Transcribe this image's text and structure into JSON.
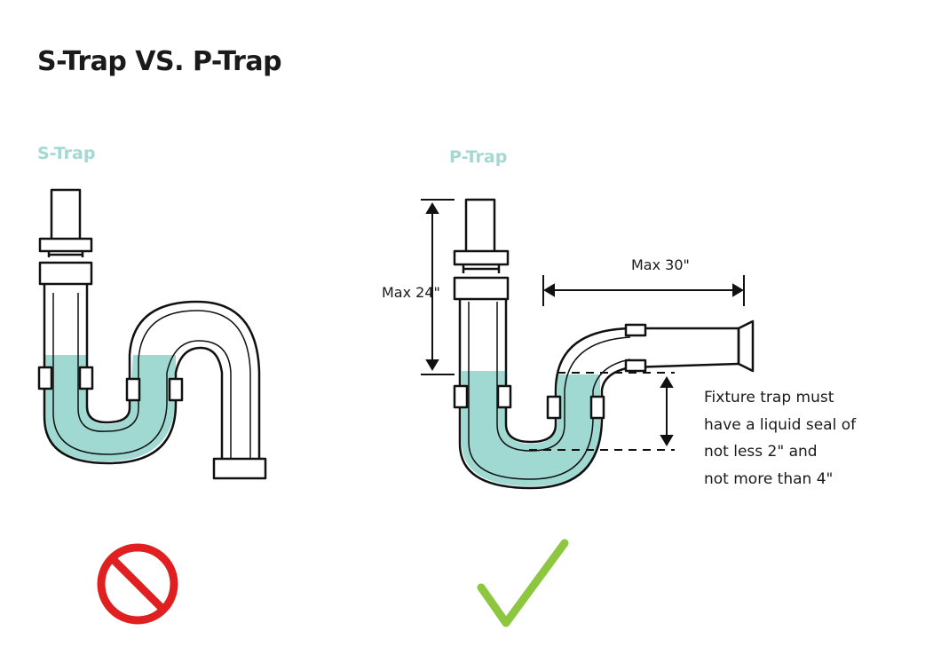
{
  "title": "S-Trap VS. P-Trap",
  "s_trap": {
    "label": "S-Trap",
    "verdict_icon": "prohibited-icon"
  },
  "p_trap": {
    "label": "P-Trap",
    "verdict_icon": "checkmark-icon",
    "max_height": "Max 24\"",
    "max_length": "Max 30\"",
    "note_lines": [
      "Fixture trap must",
      "have a liquid seal of",
      "not less 2\" and",
      "not more than 4\""
    ]
  },
  "colors": {
    "water": "#9fd9d1",
    "label": "#a3d9d2",
    "prohibited": "#e02020",
    "check": "#8dc63f"
  }
}
